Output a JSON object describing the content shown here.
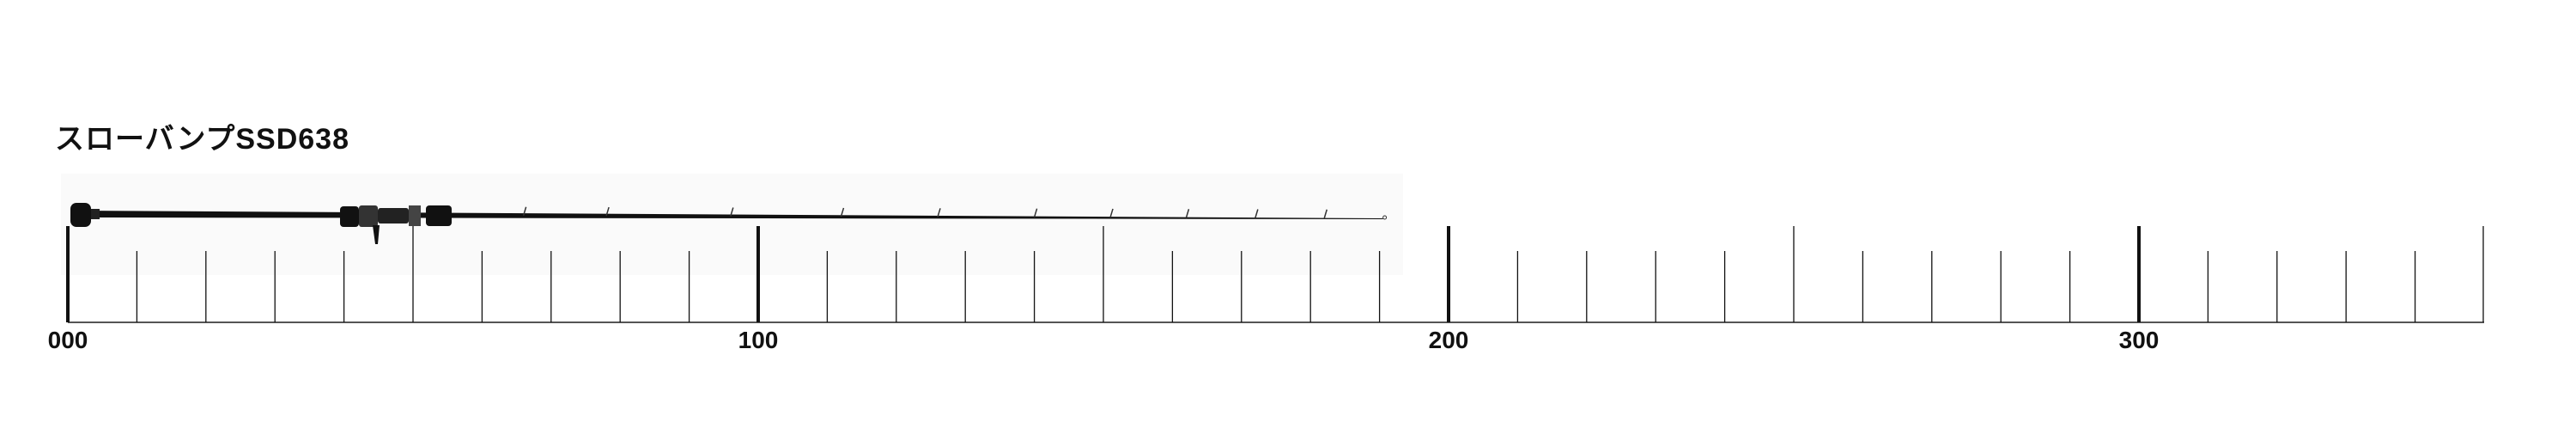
{
  "product": {
    "title": "スローバンプSSD638"
  },
  "ruler": {
    "min": 0,
    "max": 350,
    "minor_step": 10,
    "major_step": 100,
    "mid_step": 50,
    "labels": [
      {
        "value": 0,
        "text": "000"
      },
      {
        "value": 100,
        "text": "100"
      },
      {
        "value": 200,
        "text": "200"
      },
      {
        "value": 300,
        "text": "300"
      }
    ]
  },
  "rod": {
    "length_units": 190.5,
    "guide_positions": [
      66,
      78,
      96,
      112,
      126,
      140,
      151,
      162,
      172,
      182
    ],
    "color": "#111111"
  }
}
